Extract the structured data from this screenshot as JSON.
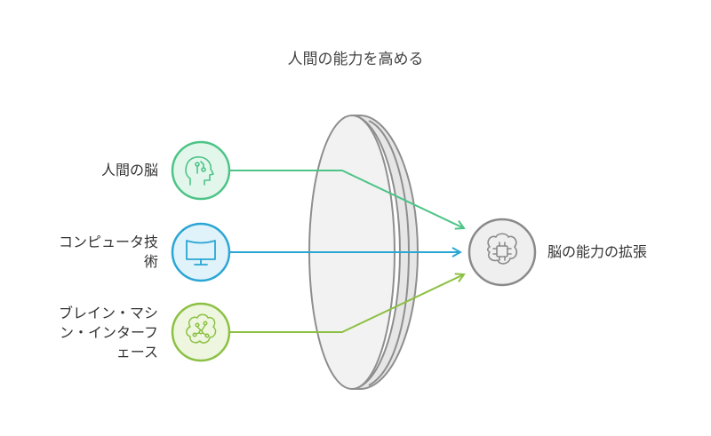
{
  "title": "人間の能力を高める",
  "inputs": [
    {
      "label_lines": [
        "人間の脳"
      ],
      "icon": "human-head-circuit-icon",
      "color": "#4cc486",
      "fill": "#e3f6ec"
    },
    {
      "label_lines": [
        "コンピュータ技",
        "術"
      ],
      "icon": "monitor-icon",
      "color": "#2aa6d4",
      "fill": "#e0f2fa"
    },
    {
      "label_lines": [
        "ブレイン・マシ",
        "ン・インターフ",
        "ェース"
      ],
      "icon": "brain-circuit-icon",
      "color": "#8cc043",
      "fill": "#eef6df"
    }
  ],
  "output": {
    "label": "脳の能力の拡張",
    "icon": "chip-brain-icon",
    "color": "#8a8a8a",
    "fill": "#efefef"
  },
  "lens": {
    "fill": "#f2f2f2",
    "stroke": "#8e8e8e"
  }
}
